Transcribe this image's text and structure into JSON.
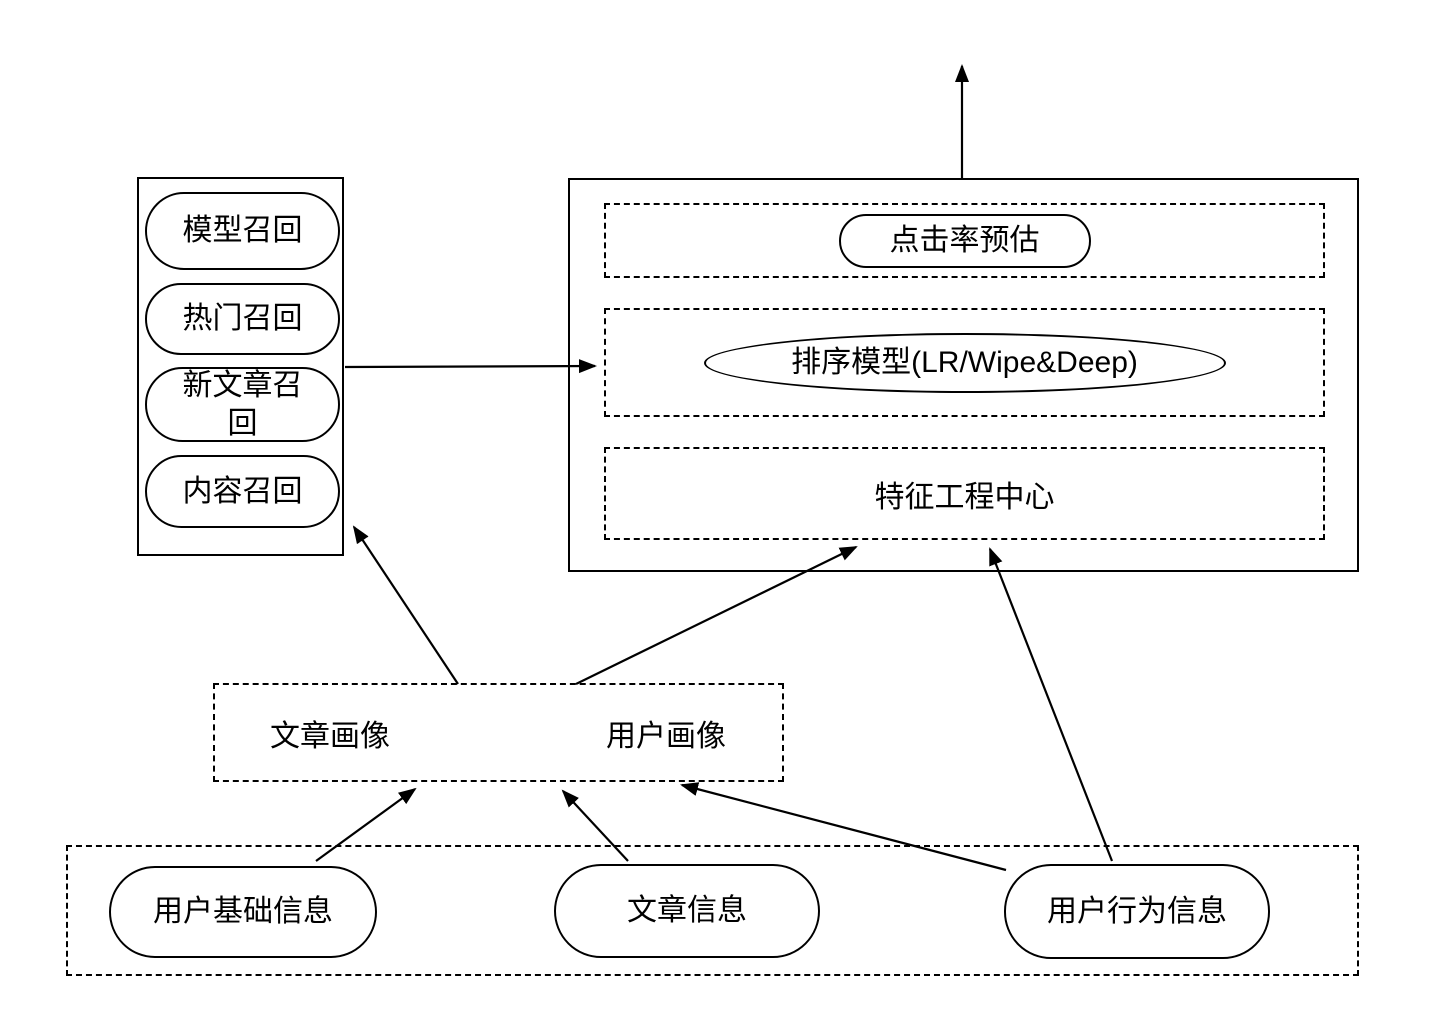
{
  "colors": {
    "stroke": "#000000",
    "background": "#ffffff"
  },
  "diagram": {
    "recall_panel": {
      "items": [
        {
          "label": "模型召回"
        },
        {
          "label": "热门召回"
        },
        {
          "label": "新文章召回"
        },
        {
          "label": "内容召回"
        }
      ]
    },
    "ranking_panel": {
      "ctr_label": "点击率预估",
      "rank_model_label": "排序模型(LR/Wipe&Deep)",
      "feature_center_label": "特征工程中心"
    },
    "profile_panel": {
      "article_profile_label": "文章画像",
      "user_profile_label": "用户画像"
    },
    "source_panel": {
      "items": [
        {
          "label": "用户基础信息"
        },
        {
          "label": "文章信息"
        },
        {
          "label": "用户行为信息"
        }
      ]
    },
    "edges": [
      {
        "from": "ranking-panel",
        "to": "output-above"
      },
      {
        "from": "recall-panel",
        "to": "rank-model-section"
      },
      {
        "from": "profile-panel",
        "to": "recall-panel"
      },
      {
        "from": "profile-panel",
        "to": "feature-center-section"
      },
      {
        "from": "source-item-user-behavior",
        "to": "feature-center-section"
      },
      {
        "from": "source-item-user-basic",
        "to": "profile-panel"
      },
      {
        "from": "source-item-article",
        "to": "profile-panel"
      },
      {
        "from": "source-item-user-behavior",
        "to": "profile-panel"
      }
    ]
  }
}
